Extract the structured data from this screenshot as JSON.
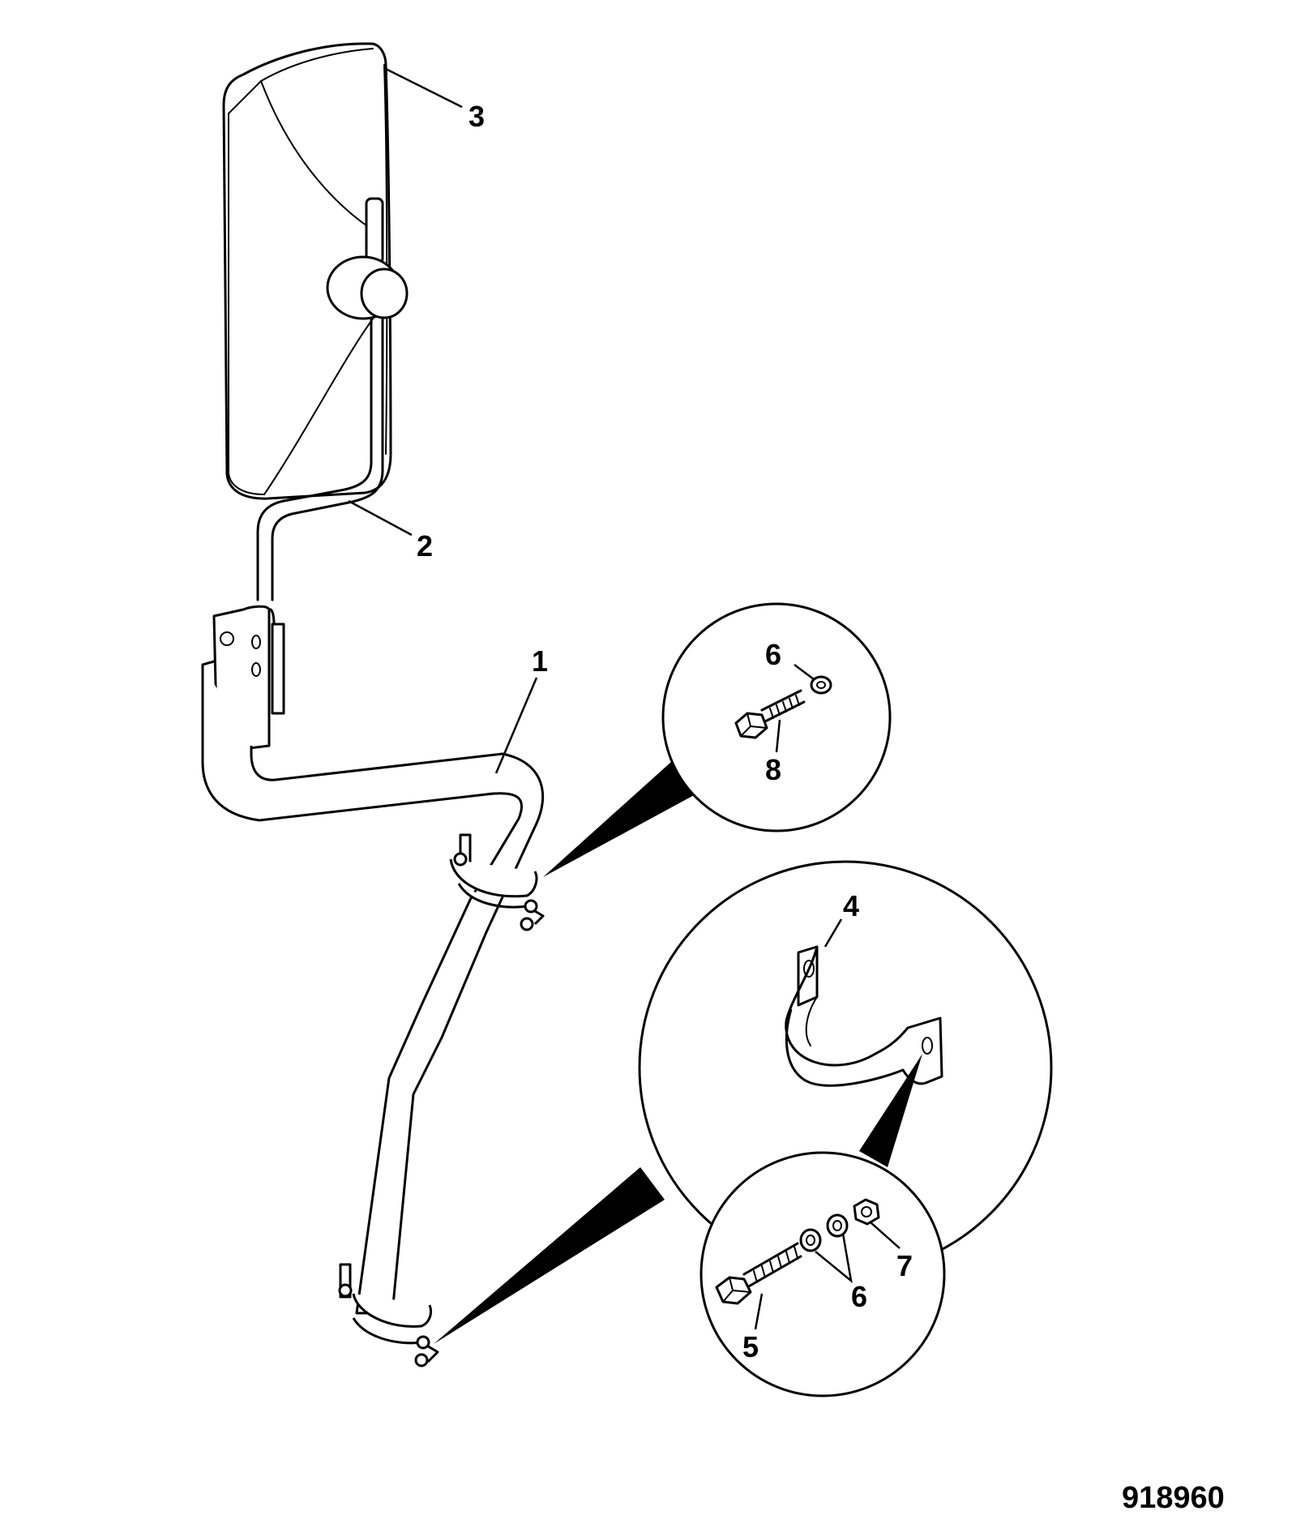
{
  "drawing": {
    "reference_number": "918960",
    "callouts": [
      {
        "id": "1",
        "text": "1"
      },
      {
        "id": "2",
        "text": "2"
      },
      {
        "id": "3",
        "text": "3"
      },
      {
        "id": "4",
        "text": "4"
      },
      {
        "id": "5",
        "text": "5"
      },
      {
        "id": "6a",
        "text": "6"
      },
      {
        "id": "6b",
        "text": "6"
      },
      {
        "id": "7",
        "text": "7"
      },
      {
        "id": "8",
        "text": "8"
      }
    ]
  }
}
